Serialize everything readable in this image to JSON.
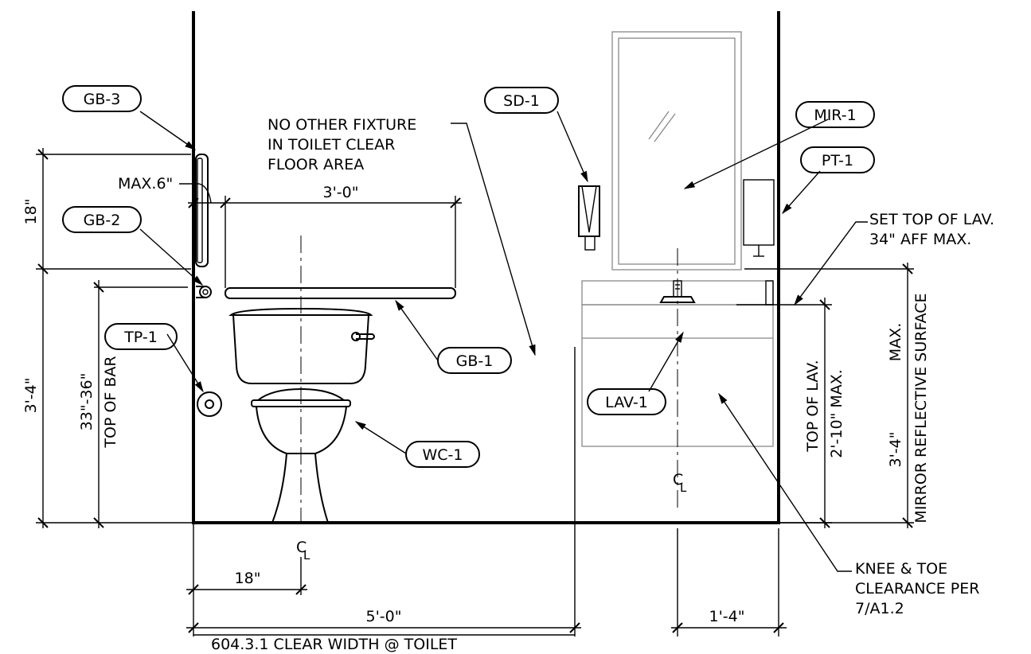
{
  "tags": {
    "gb3": "GB-3",
    "gb2": "GB-2",
    "gb1": "GB-1",
    "tp1": "TP-1",
    "wc1": "WC-1",
    "sd1": "SD-1",
    "mir1": "MIR-1",
    "pt1": "PT-1",
    "lav1": "LAV-1"
  },
  "notes": {
    "no_fixture_line1": "NO OTHER FIXTURE",
    "no_fixture_line2": "IN TOILET CLEAR",
    "no_fixture_line3": "FLOOR AREA",
    "max_6": "MAX.6\"",
    "set_top_line1": "SET TOP OF LAV.",
    "set_top_line2": "34\" AFF MAX.",
    "knee_line1": "KNEE & TOE",
    "knee_line2": "CLEARANCE PER",
    "knee_line3": "7/A1.2",
    "clear_width": "604.3.1 CLEAR WIDTH @ TOILET"
  },
  "dimensions": {
    "bar_length": "3'-0\"",
    "grab_18_vertical": "18\"",
    "bar_height_3_4": "3'-4\"",
    "bar_range": "33\"-36\"",
    "top_of_bar": "TOP OF BAR",
    "toilet_cl_18": "18\"",
    "clear_5_0": "5'-0\"",
    "lav_1_4": "1'-4\"",
    "top_of_lav": "TOP OF LAV.",
    "lav_2_10": "2'-10\" MAX.",
    "mirror_3_4": "3'-4\"",
    "mirror_max": "MAX.",
    "mirror_surface": "MIRROR REFLECTIVE SURFACE"
  },
  "symbols": {
    "centerline_c": "C",
    "centerline_l": "L"
  }
}
